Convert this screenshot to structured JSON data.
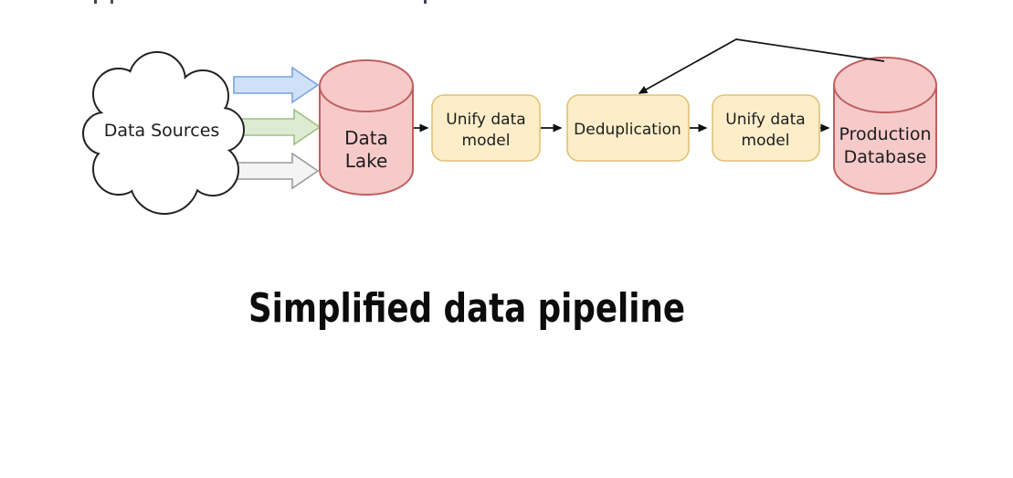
{
  "diagram": {
    "caption": "Simplified data pipeline",
    "source_cloud": {
      "label": "Data Sources"
    },
    "nodes": {
      "data_lake": {
        "type": "cylinder",
        "label": "Data Lake",
        "line1": "Data",
        "line2": "Lake"
      },
      "unify_model_1": {
        "type": "process",
        "label": "Unify data model",
        "line1": "Unify data",
        "line2": "model"
      },
      "deduplication": {
        "type": "process",
        "label": "Deduplication"
      },
      "unify_model_2": {
        "type": "process",
        "label": "Unify data model",
        "line1": "Unify data",
        "line2": "model"
      },
      "production_database": {
        "type": "cylinder",
        "label": "Production Database",
        "line1": "Production",
        "line2": "Database"
      }
    },
    "edges": [
      {
        "from": "source_cloud",
        "to": "data_lake",
        "style": "block-arrow-blue"
      },
      {
        "from": "source_cloud",
        "to": "data_lake",
        "style": "block-arrow-green"
      },
      {
        "from": "source_cloud",
        "to": "data_lake",
        "style": "block-arrow-gray"
      },
      {
        "from": "data_lake",
        "to": "unify_model_1",
        "style": "arrow"
      },
      {
        "from": "unify_model_1",
        "to": "deduplication",
        "style": "arrow"
      },
      {
        "from": "deduplication",
        "to": "unify_model_2",
        "style": "arrow"
      },
      {
        "from": "unify_model_2",
        "to": "production_database",
        "style": "arrow"
      },
      {
        "from": "production_database",
        "to": "deduplication",
        "style": "feedback-arrow"
      }
    ],
    "colors": {
      "cylinder_fill": "#f7caca",
      "cylinder_stroke": "#c05f5f",
      "box_fill": "#fdeec9",
      "box_stroke": "#dfc278",
      "arrow_blue_fill": "#cfe0f7",
      "arrow_blue_stroke": "#7aa3e0",
      "arrow_green_fill": "#dcebd2",
      "arrow_green_stroke": "#9dc183",
      "arrow_gray_fill": "#f4f4f4",
      "arrow_gray_stroke": "#9b9b9b",
      "cloud_fill": "#ffffff",
      "cloud_stroke": "#222222",
      "connector": "#111111",
      "text": "#1d1d1d"
    }
  }
}
